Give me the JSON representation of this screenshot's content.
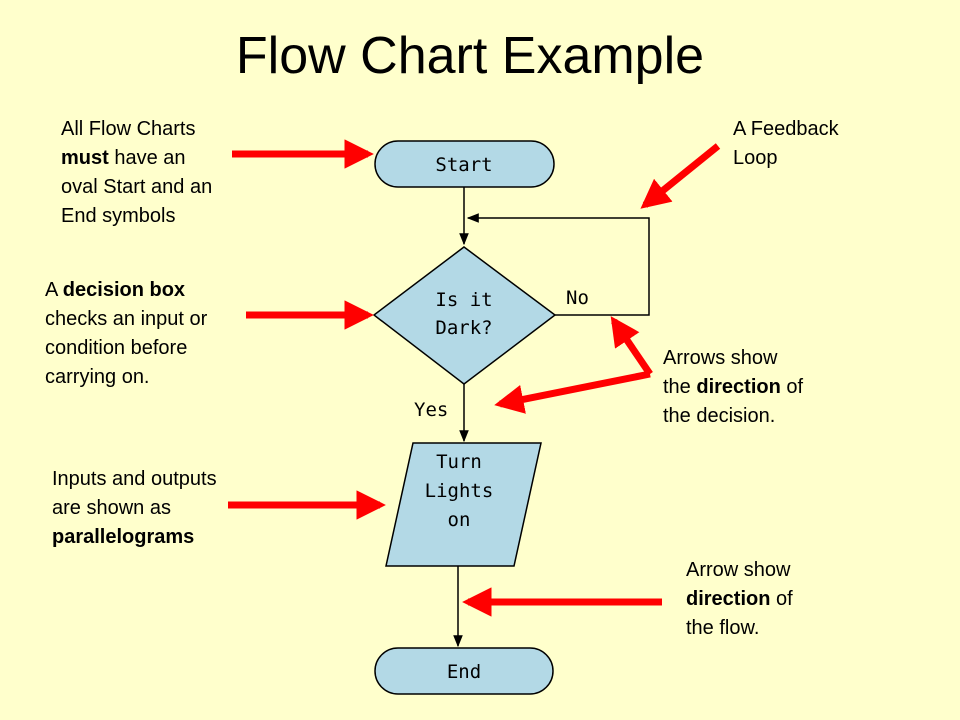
{
  "title": "Flow Chart Example",
  "colors": {
    "background": "#ffffcc",
    "shape_fill": "#b3d9e6",
    "pointer_arrow": "#ff0000",
    "flow_line": "#000000"
  },
  "nodes": {
    "start": {
      "label": "Start",
      "shape": "oval"
    },
    "decision": {
      "label_line1": "Is it",
      "label_line2": "Dark?",
      "shape": "diamond"
    },
    "io": {
      "label_line1": "Turn",
      "label_line2": "Lights",
      "label_line3": "on",
      "shape": "parallelogram"
    },
    "end": {
      "label": "End",
      "shape": "oval"
    }
  },
  "edges": {
    "no_label": "No",
    "yes_label": "Yes"
  },
  "notes": {
    "start_end": {
      "line1": "All Flow Charts",
      "line2_bold": "must",
      "line2_rest": " have an",
      "line3": "oval Start and an",
      "line4": "End symbols"
    },
    "feedback": {
      "line1": "A Feedback",
      "line2": "Loop"
    },
    "decision": {
      "line1_pre": "A ",
      "line1_bold": "decision box",
      "line2": "checks an input or",
      "line3": "condition before",
      "line4": "carrying on."
    },
    "decision_arrows": {
      "line1": "Arrows show",
      "line2_pre": "the ",
      "line2_bold": "direction",
      "line2_post": " of",
      "line3": "the decision."
    },
    "io": {
      "line1": "Inputs and outputs",
      "line2": "are shown as",
      "line3_bold": "parallelograms"
    },
    "flow": {
      "line1": "Arrow show",
      "line2_bold": "direction",
      "line2_post": " of",
      "line3": "the flow."
    }
  }
}
